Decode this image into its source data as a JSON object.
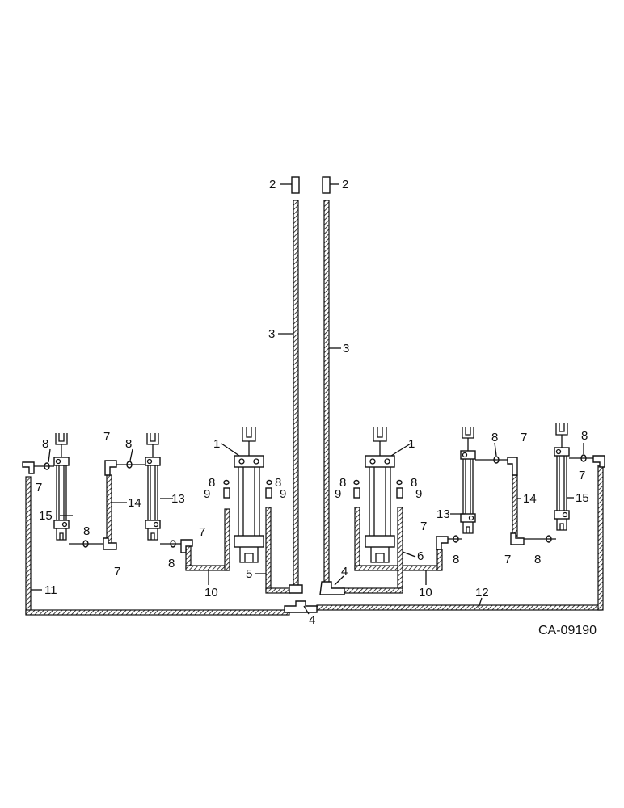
{
  "figure_code": "CA-09190",
  "part_labels": {
    "p1": "1",
    "p2": "2",
    "p3": "3",
    "p4": "4",
    "p5": "5",
    "p6": "6",
    "p7": "7",
    "p8": "8",
    "p9": "9",
    "p10": "10",
    "p11": "11",
    "p12": "12",
    "p13": "13",
    "p14": "14",
    "p15": "15"
  }
}
